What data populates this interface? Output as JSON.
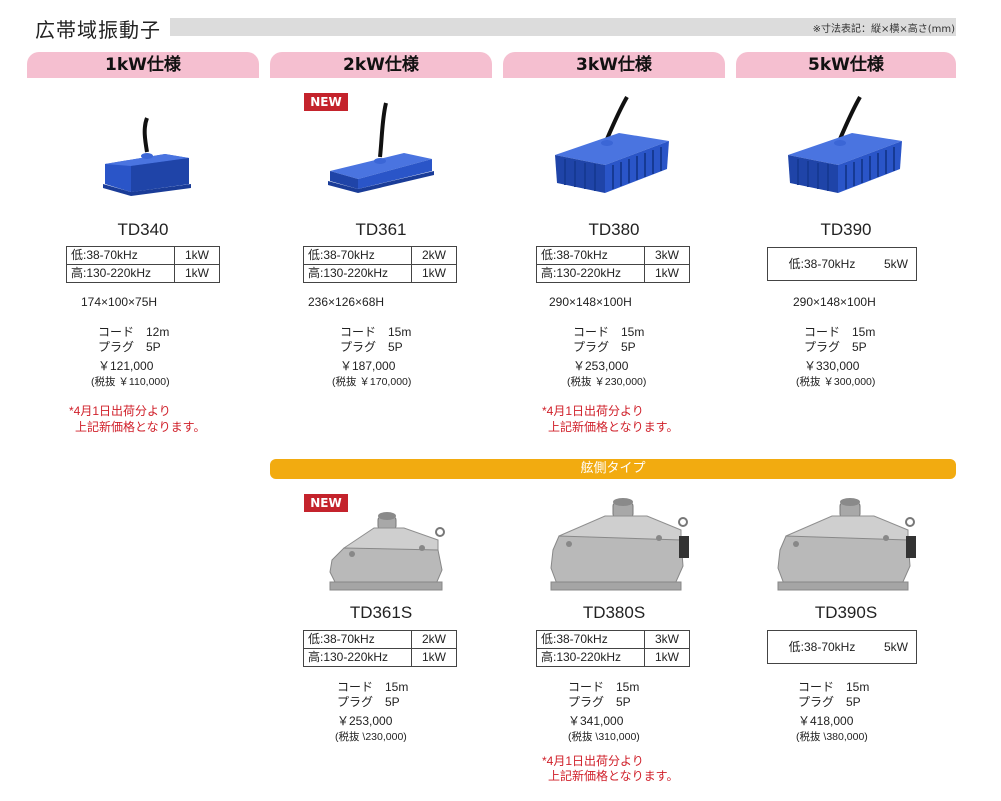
{
  "header": {
    "title": "広帯域振動子",
    "dim_note": "※寸法表記：縦×横×高さ(mm)"
  },
  "tabs": [
    "1kW仕様",
    "2kW仕様",
    "3kW仕様",
    "5kW仕様"
  ],
  "badge_new": "NEW",
  "hull_section_label": "舷側タイプ",
  "products": {
    "td340": {
      "model": "TD340",
      "spec": [
        [
          "低:38-70kHz",
          "1kW"
        ],
        [
          "高:130-220kHz",
          "1kW"
        ]
      ],
      "dimensions": "174×100×75H",
      "cord": "コード　12m",
      "plug": "プラグ　5P",
      "price": "￥121,000",
      "tax": "(税抜 ￥110,000)",
      "note1": "*4月1日出荷分より",
      "note2": "上記新価格となります。"
    },
    "td361": {
      "model": "TD361",
      "spec": [
        [
          "低:38-70kHz",
          "2kW"
        ],
        [
          "高:130-220kHz",
          "1kW"
        ]
      ],
      "dimensions": "236×126×68H",
      "cord": "コード　15m",
      "plug": "プラグ　5P",
      "price": "￥187,000",
      "tax": "(税抜 ￥170,000)"
    },
    "td380": {
      "model": "TD380",
      "spec": [
        [
          "低:38-70kHz",
          "3kW"
        ],
        [
          "高:130-220kHz",
          "1kW"
        ]
      ],
      "dimensions": "290×148×100H",
      "cord": "コード　15m",
      "plug": "プラグ　5P",
      "price": "￥253,000",
      "tax": "(税抜 ￥230,000)",
      "note1": "*4月1日出荷分より",
      "note2": "上記新価格となります。"
    },
    "td390": {
      "model": "TD390",
      "spec_low": "低:38-70kHz",
      "spec_power": "5kW",
      "dimensions": "290×148×100H",
      "cord": "コード　15m",
      "plug": "プラグ　5P",
      "price": "￥330,000",
      "tax": "(税抜 ￥300,000)"
    },
    "td361s": {
      "model": "TD361S",
      "spec": [
        [
          "低:38-70kHz",
          "2kW"
        ],
        [
          "高:130-220kHz",
          "1kW"
        ]
      ],
      "cord": "コード　15m",
      "plug": "プラグ　5P",
      "price": "￥253,000",
      "tax": "(税抜 \\230,000)"
    },
    "td380s": {
      "model": "TD380S",
      "spec": [
        [
          "低:38-70kHz",
          "3kW"
        ],
        [
          "高:130-220kHz",
          "1kW"
        ]
      ],
      "cord": "コード　15m",
      "plug": "プラグ　5P",
      "price": "￥341,000",
      "tax": "(税抜 \\310,000)",
      "note1": "*4月1日出荷分より",
      "note2": "上記新価格となります。"
    },
    "td390s": {
      "model": "TD390S",
      "spec_low": "低:38-70kHz",
      "spec_power": "5kW",
      "cord": "コード　15m",
      "plug": "プラグ　5P",
      "price": "￥418,000",
      "tax": "(税抜 \\380,000)"
    }
  },
  "colors": {
    "tab_pink": "#f5bfd0",
    "section_orange": "#f2ab10",
    "new_red": "#c4232c",
    "note_red": "#d0202a",
    "transducer_blue": "#2a55c8",
    "metal_gray": "#bdbdbd"
  }
}
